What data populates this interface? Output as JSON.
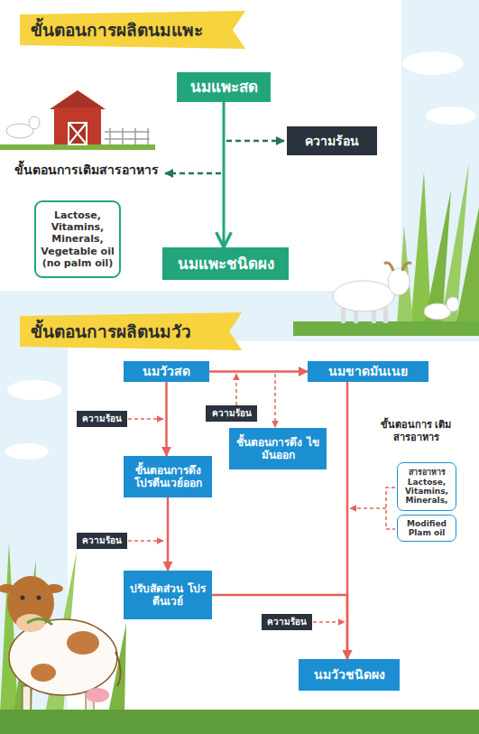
{
  "diagram": {
    "nodes": [
      {
        "text": [
          "ขั้นตอนการผลิตนมแพะ"
        ]
      },
      {
        "text": [
          "นมแพะสด"
        ]
      },
      {
        "text": [
          "ความร้อน"
        ]
      },
      {
        "text": [
          "Lactose, Vitamins, Minerals, Vegetable oil (no palm oil)"
        ]
      },
      {
        "text": [
          "นมแพะชนิดผง"
        ]
      },
      {
        "text": [
          "ขั้นตอนการผลิตนมวัว"
        ]
      },
      {
        "text": [
          "นมวัวสด"
        ]
      },
      {
        "text": [
          "นมขาดมันเนย"
        ]
      },
      {
        "text": [
          "ความร้อน"
        ]
      },
      {
        "text": [
          "ความร้อน"
        ]
      },
      {
        "text": [
          "ชั้นตอนการดึง ไขมันออก"
        ]
      },
      {
        "text": [
          "ขั้นตอนการดึง โปรตีนเวย์ออก"
        ]
      },
      {
        "text": [
          "ความร้อน"
        ]
      },
      {
        "text": [
          "ปรับสัดส่วน โปรตีนเวย์"
        ]
      },
      {
        "text": [
          "ความร้อน"
        ]
      },
      {
        "text": [
          "นมวัวชนิดผง"
        ]
      },
      {
        "text": [
          "สารอาหาร Lactose, Vitamins, Minerals,"
        ]
      },
      {
        "text": [
          "Modified Plam oil"
        ]
      }
    ],
    "edges": [
      {
        "from": 1,
        "to": 4,
        "arrow": "to"
      },
      {
        "from": 6,
        "to": 7,
        "arrow": "to"
      },
      {
        "from": 6,
        "to": 11,
        "arrow": "to"
      },
      {
        "from": 11,
        "to": 13,
        "arrow": "to"
      },
      {
        "from": 13,
        "to": 15,
        "arrow": "to"
      },
      {
        "from": 7,
        "to": 15,
        "arrow": "to"
      }
    ],
    "labels": [
      "ขั้นตอนการเติมสารอาหาร",
      "ขั้นตอนการ เติมสารอาหาร"
    ]
  }
}
